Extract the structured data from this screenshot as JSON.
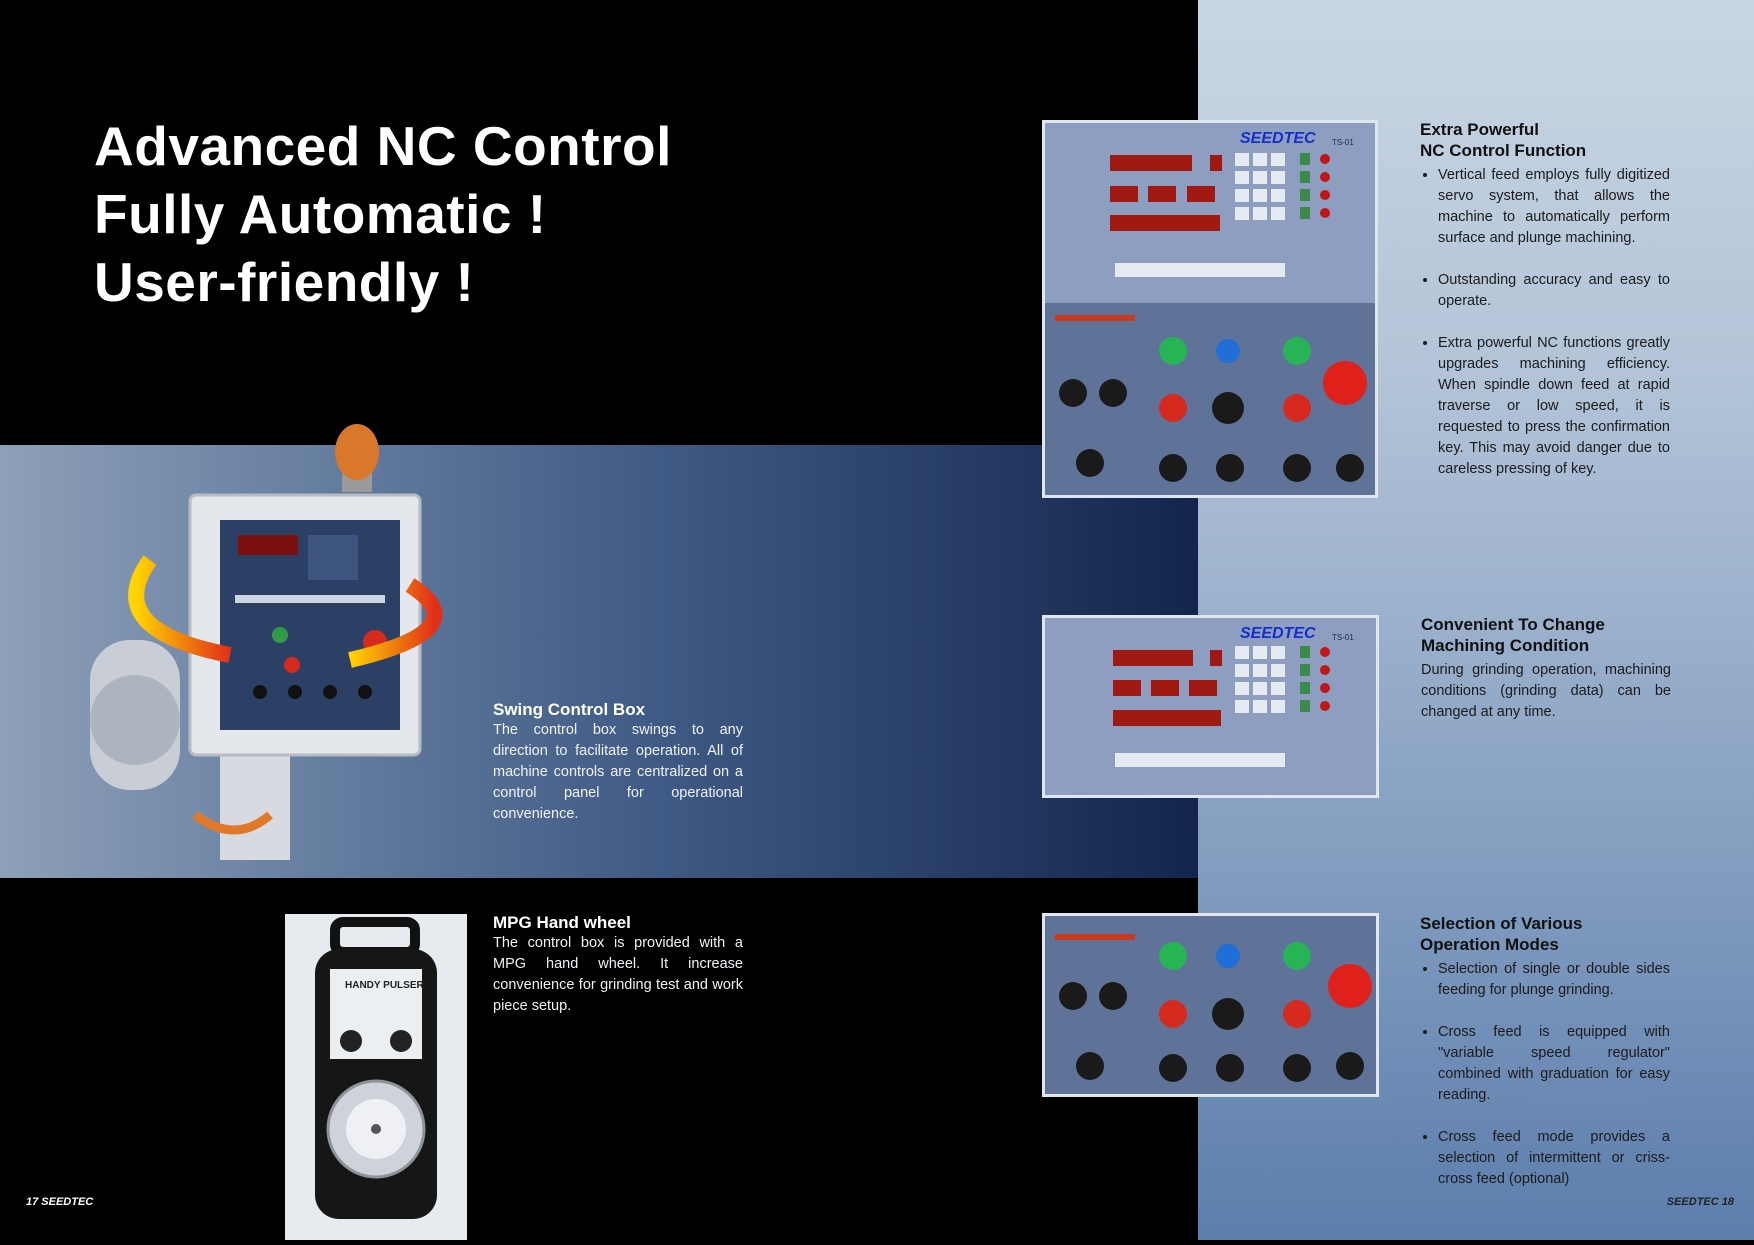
{
  "headline": {
    "line1": "Advanced NC Control",
    "line2": "Fully Automatic !",
    "line3": "User-friendly !"
  },
  "swing": {
    "title": "Swing Control Box",
    "body": "The control box swings to any direction to facilitate operation. All of machine controls are centralized on a control panel for operational convenience."
  },
  "mpg": {
    "title": "MPG Hand wheel",
    "body": "The control box is provided with a MPG hand wheel. It increase convenience for grinding test and work piece setup.",
    "device_label": "HANDY PULSER"
  },
  "nc": {
    "title_line1": "Extra Powerful",
    "title_line2": "NC Control Function",
    "bullets": [
      "Vertical feed employs fully digitized servo system, that allows the machine to automatically perform surface and plunge machining.",
      "Outstanding accuracy and easy to operate.",
      "Extra powerful NC functions greatly upgrades machining efficiency. When spindle down feed at rapid traverse or low speed, it is requested to press the confirmation key. This may avoid danger due to careless pressing of key."
    ]
  },
  "condition": {
    "title_line1": "Convenient To Change",
    "title_line2": "Machining Condition",
    "body": "During grinding operation, machining conditions (grinding data) can be changed at any time."
  },
  "modes": {
    "title_line1": "Selection of Various",
    "title_line2": "Operation Modes",
    "bullets": [
      "Selection of single or double sides feeding for plunge grinding.",
      "Cross feed is equipped with \"variable speed regulator\" combined with graduation for easy reading.",
      "Cross feed mode provides a selection of intermittent or criss-cross feed (optional)"
    ]
  },
  "panel": {
    "brand": "SEEDTEC",
    "model": "TS-01"
  },
  "footer": {
    "left": "17 SEEDTEC",
    "right": "SEEDTEC  18"
  }
}
